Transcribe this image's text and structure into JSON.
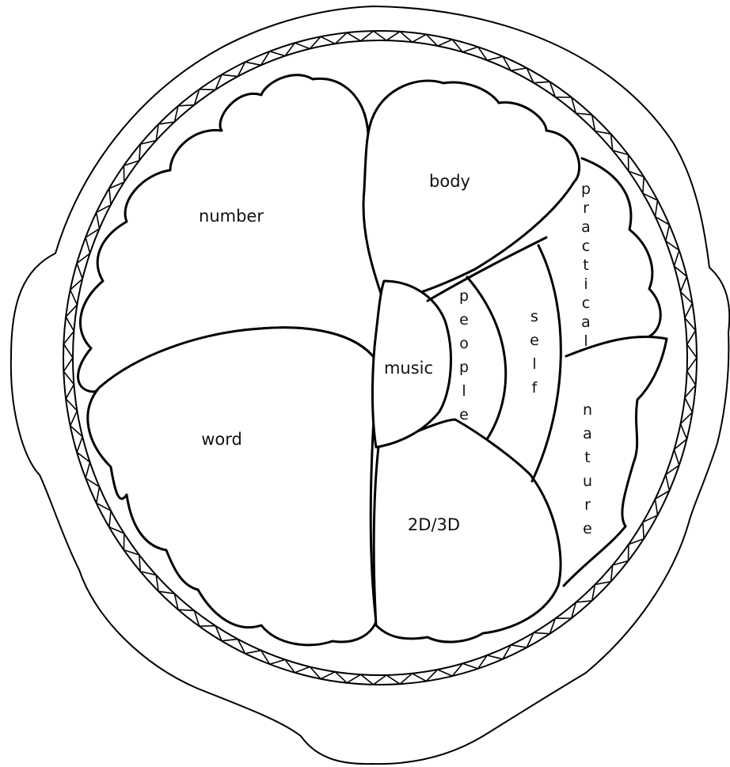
{
  "diagram": {
    "labels": {
      "number": "number",
      "body": "body",
      "word": "word",
      "music": "music",
      "shapes": "2D/3D"
    },
    "vertical_labels": {
      "people": [
        "p",
        "e",
        "o",
        "p",
        "l",
        "e"
      ],
      "self": [
        "s",
        "e",
        "l",
        "f"
      ],
      "practical": [
        "p",
        "r",
        "a",
        "c",
        "t",
        "i",
        "c",
        "a",
        "l"
      ],
      "nature": [
        "n",
        "a",
        "t",
        "u",
        "r",
        "e"
      ]
    }
  }
}
